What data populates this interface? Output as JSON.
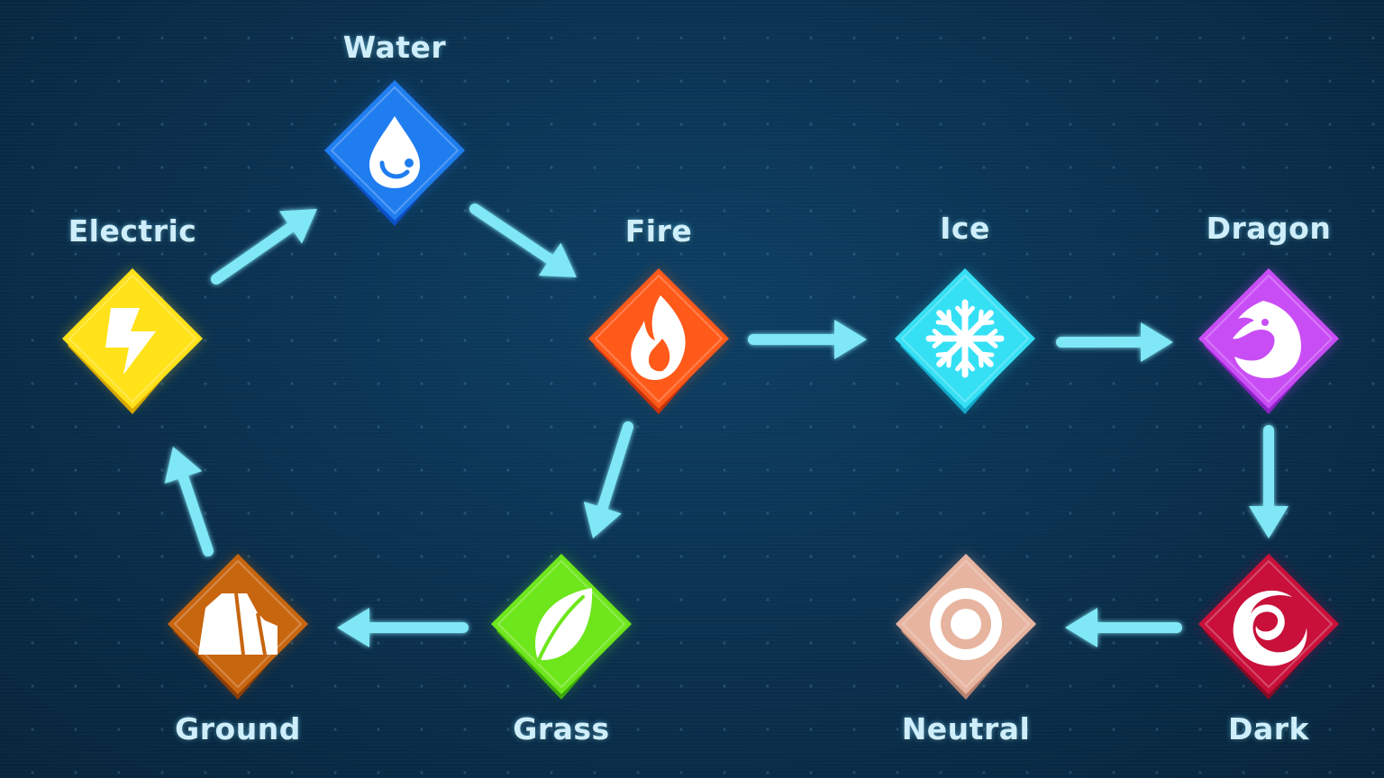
{
  "nodes": [
    {
      "id": "water",
      "label": "Water",
      "color": "#1f7df0",
      "edge": "#0c50c8",
      "icon": "water-drop-icon"
    },
    {
      "id": "electric",
      "label": "Electric",
      "color": "#ffe21a",
      "edge": "#d9a800",
      "icon": "lightning-bolt-icon"
    },
    {
      "id": "fire",
      "label": "Fire",
      "color": "#ff5a1a",
      "edge": "#c8320a",
      "icon": "flame-icon"
    },
    {
      "id": "ice",
      "label": "Ice",
      "color": "#35e0f5",
      "edge": "#12a8c8",
      "icon": "snowflake-icon"
    },
    {
      "id": "dragon",
      "label": "Dragon",
      "color": "#c94df5",
      "edge": "#8a22c4",
      "icon": "dragon-head-icon"
    },
    {
      "id": "ground",
      "label": "Ground",
      "color": "#c8650f",
      "edge": "#8a3e08",
      "icon": "rock-icon"
    },
    {
      "id": "grass",
      "label": "Grass",
      "color": "#6ee61c",
      "edge": "#3ca80a",
      "icon": "leaf-icon"
    },
    {
      "id": "neutral",
      "label": "Neutral",
      "color": "#e7b4a0",
      "edge": "#b98270",
      "icon": "target-ring-icon"
    },
    {
      "id": "dark",
      "label": "Dark",
      "color": "#c8103a",
      "edge": "#880a24",
      "icon": "swirl-icon"
    }
  ],
  "arrows": [
    {
      "from": "electric",
      "to": "water"
    },
    {
      "from": "water",
      "to": "fire"
    },
    {
      "from": "fire",
      "to": "ice"
    },
    {
      "from": "ice",
      "to": "dragon"
    },
    {
      "from": "fire",
      "to": "grass"
    },
    {
      "from": "grass",
      "to": "ground"
    },
    {
      "from": "ground",
      "to": "electric"
    },
    {
      "from": "dragon",
      "to": "dark"
    },
    {
      "from": "dark",
      "to": "neutral"
    }
  ],
  "arrow_color": "#7fe7f5"
}
